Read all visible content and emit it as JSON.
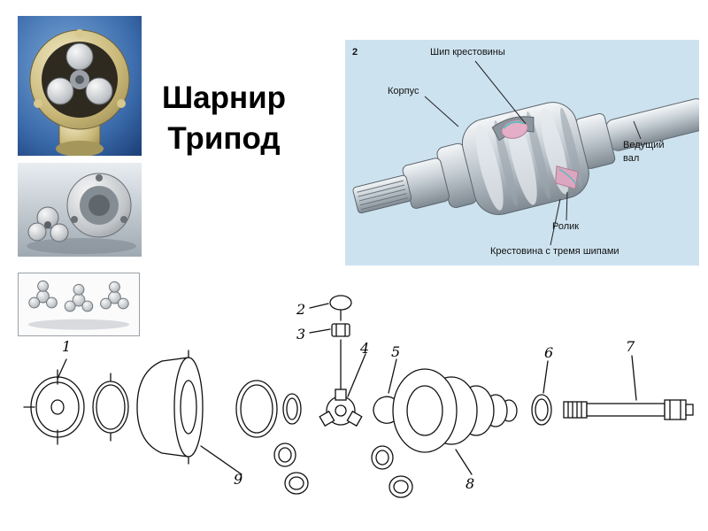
{
  "slide": {
    "title": {
      "line1": "Шарнир",
      "line2": "Трипод"
    }
  },
  "diagram": {
    "figure_number": "2",
    "labels": {
      "pin": "Шип крестовины",
      "housing": "Корпус",
      "drive_shaft_line1": "Ведущий",
      "drive_shaft_line2": "вал",
      "roller": "Ролик",
      "spider": "Крестовина с тремя шипами"
    },
    "colors": {
      "panel_bg": "#cde2ef",
      "highlight_pink": "#e3aec6",
      "highlight_teal": "#5bbcbc"
    }
  },
  "exploded": {
    "part_numbers": [
      "1",
      "2",
      "3",
      "4",
      "5",
      "6",
      "7",
      "8",
      "9"
    ]
  }
}
